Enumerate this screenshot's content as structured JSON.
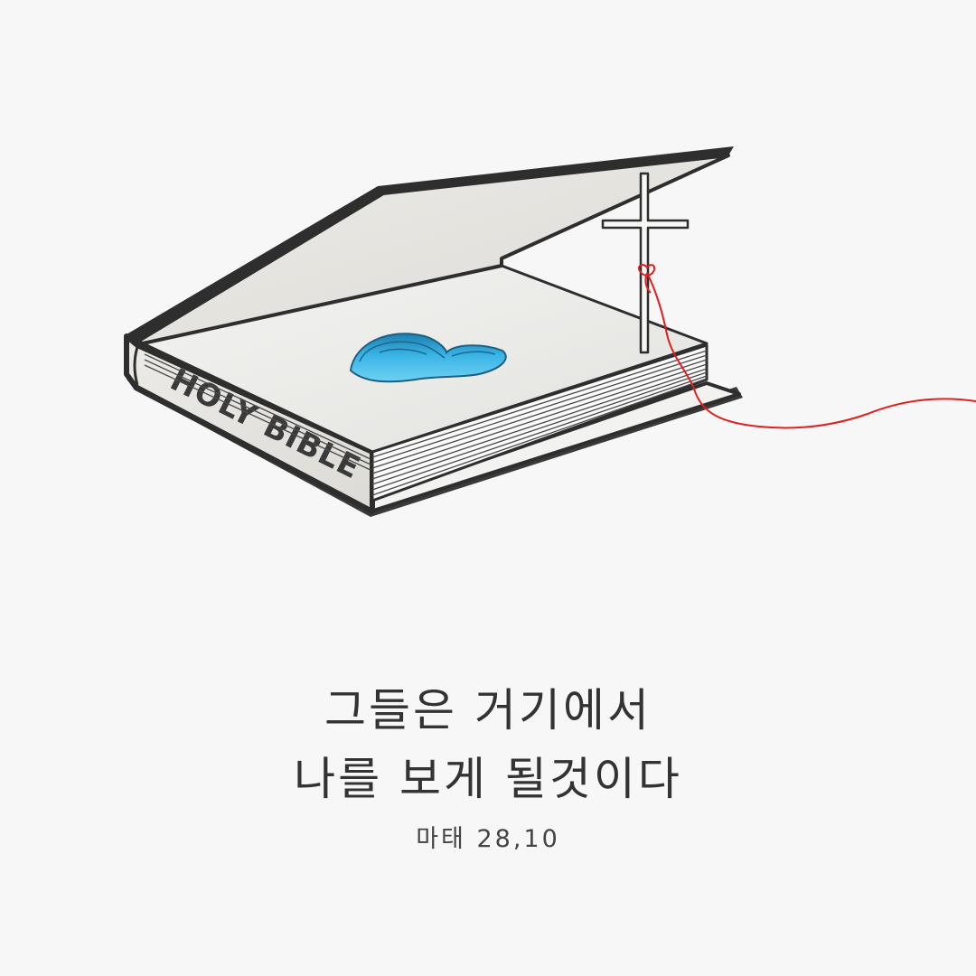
{
  "book": {
    "spine_title": "HOLY BIBLE"
  },
  "verse": {
    "line1": "그들은 거기에서",
    "line2": "나를 보게 될것이다"
  },
  "reference": "마태 28,10",
  "colors": {
    "background": "#f7f7f7",
    "outline": "#2e2e2e",
    "heart": "#3ab4e6",
    "thread": "#e0201e",
    "text": "#333333"
  }
}
